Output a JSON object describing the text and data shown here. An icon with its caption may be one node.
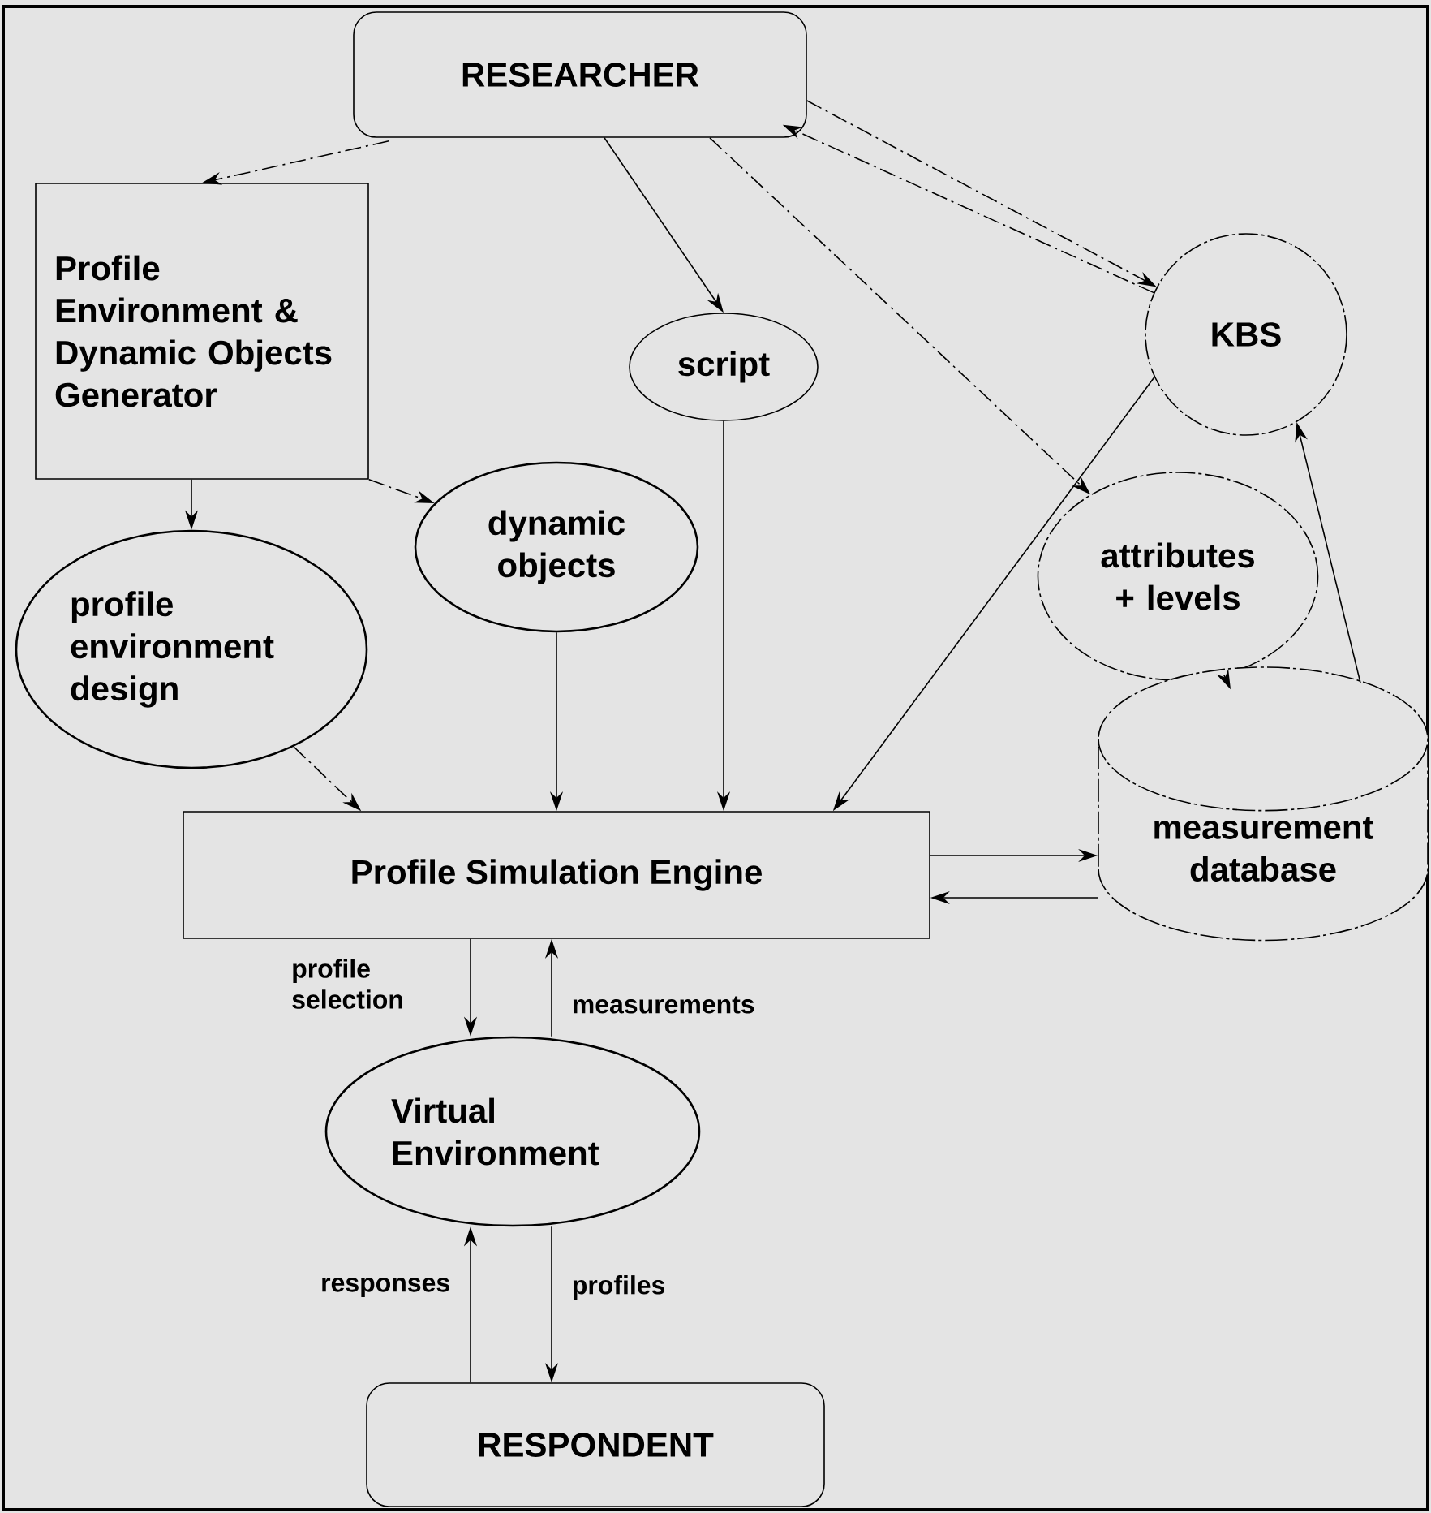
{
  "diagram": {
    "nodes": [
      {
        "text": [
          "RESEARCHER"
        ]
      },
      {
        "text": [
          "Profile Environment & Dynamic Objects Generator"
        ]
      },
      {
        "text": [
          "script"
        ]
      },
      {
        "text": [
          "KBS"
        ]
      },
      {
        "text": [
          "dynamic objects"
        ]
      },
      {
        "text": [
          "attributes + levels"
        ]
      },
      {
        "text": [
          "profile environment design"
        ]
      },
      {
        "text": [
          "Profile Simulation Engine"
        ]
      },
      {
        "text": [
          "measurement database"
        ]
      },
      {
        "text": [
          "Virtual Environment"
        ]
      },
      {
        "text": [
          "RESPONDENT"
        ]
      }
    ],
    "edges": [
      {
        "from": 0,
        "to": 1,
        "arrow": "to",
        "style": "dashed"
      },
      {
        "from": 0,
        "to": 2,
        "arrow": "to"
      },
      {
        "from": 0,
        "to": 3,
        "arrow": "to",
        "style": "dashed"
      },
      {
        "from": 3,
        "to": 0,
        "arrow": "to",
        "style": "dashed"
      },
      {
        "from": 0,
        "to": 5,
        "arrow": "to",
        "style": "dashed"
      },
      {
        "from": 1,
        "to": 6,
        "arrow": "to"
      },
      {
        "from": 1,
        "to": 4,
        "arrow": "to",
        "style": "dashed"
      },
      {
        "from": 6,
        "to": 7,
        "arrow": "to",
        "style": "dashed"
      },
      {
        "from": 4,
        "to": 7,
        "arrow": "to"
      },
      {
        "from": 2,
        "to": 7,
        "arrow": "to"
      },
      {
        "from": 3,
        "to": 7,
        "arrow": "to"
      },
      {
        "from": 5,
        "to": 8,
        "arrow": "to"
      },
      {
        "from": 8,
        "to": 3,
        "arrow": "to"
      },
      {
        "from": 7,
        "to": 8,
        "arrow": "to"
      },
      {
        "from": 8,
        "to": 7,
        "arrow": "to"
      },
      {
        "from": 7,
        "to": 9,
        "arrow": "to",
        "label": "profile selection"
      },
      {
        "from": 9,
        "to": 7,
        "arrow": "to",
        "label": "measurements"
      },
      {
        "from": 9,
        "to": 10,
        "arrow": "to",
        "label": "profiles"
      },
      {
        "from": 10,
        "to": 9,
        "arrow": "to",
        "label": "responses"
      }
    ]
  }
}
